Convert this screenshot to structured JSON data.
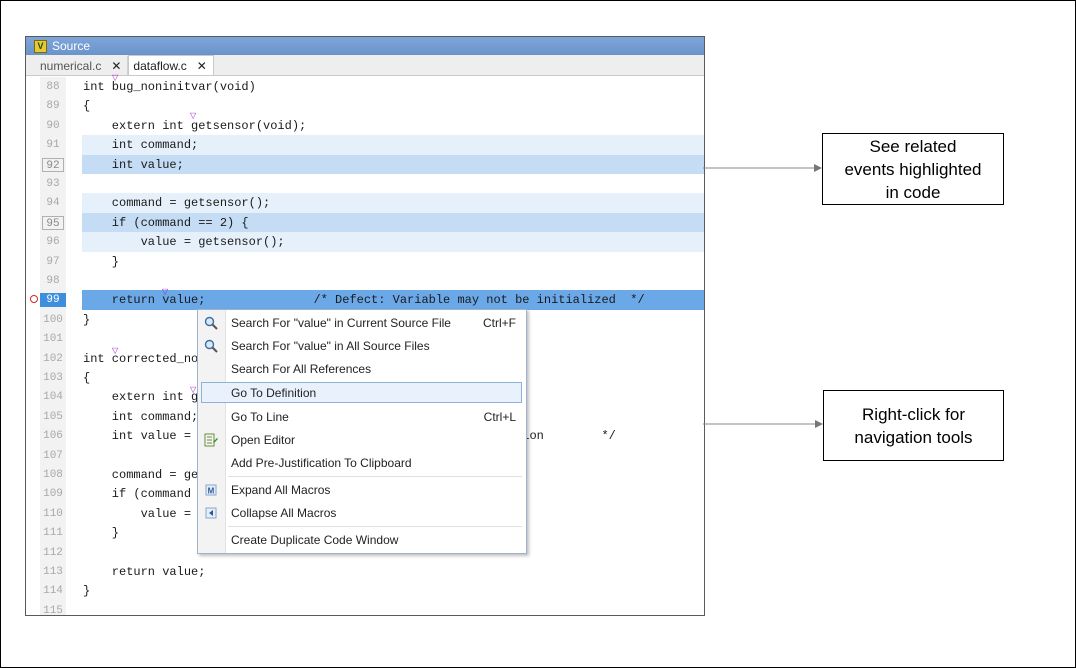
{
  "window": {
    "title": "Source",
    "icon": "matlab-polyspace-icon"
  },
  "tabs": [
    {
      "label": "numerical.c",
      "active": false
    },
    {
      "label": "dataflow.c",
      "active": true
    }
  ],
  "code_lines": [
    {
      "num": "88",
      "text": "int bug_noninitvar(void)"
    },
    {
      "num": "89",
      "text": "{"
    },
    {
      "num": "90",
      "text": "    extern int getsensor(void);"
    },
    {
      "num": "91",
      "text": "    int command;"
    },
    {
      "num": "92",
      "text": "    int value;"
    },
    {
      "num": "93",
      "text": ""
    },
    {
      "num": "94",
      "text": "    command = getsensor();"
    },
    {
      "num": "95",
      "text": "    if (command == 2) {"
    },
    {
      "num": "96",
      "text": "        value = getsensor();"
    },
    {
      "num": "97",
      "text": "    }"
    },
    {
      "num": "98",
      "text": ""
    },
    {
      "num": "99",
      "text": "    return value;               /* Defect: Variable may not be initialized  */"
    },
    {
      "num": "100",
      "text": "}"
    },
    {
      "num": "101",
      "text": ""
    },
    {
      "num": "102",
      "text": "int corrected_no"
    },
    {
      "num": "103",
      "text": "{"
    },
    {
      "num": "104",
      "text": "    extern int g"
    },
    {
      "num": "105",
      "text": "    int command;"
    },
    {
      "num": "106",
      "text": "    int value =                                           zation        */"
    },
    {
      "num": "107",
      "text": ""
    },
    {
      "num": "108",
      "text": "    command = ge"
    },
    {
      "num": "109",
      "text": "    if (command"
    },
    {
      "num": "110",
      "text": "        value ="
    },
    {
      "num": "111",
      "text": "    }"
    },
    {
      "num": "112",
      "text": ""
    },
    {
      "num": "113",
      "text": "    return value;"
    },
    {
      "num": "114",
      "text": "}"
    },
    {
      "num": "115",
      "text": ""
    }
  ],
  "context_menu": {
    "items": [
      {
        "label": "Search For \"value\" in Current Source File",
        "shortcut": "Ctrl+F",
        "icon": "magnifier-icon"
      },
      {
        "label": "Search For \"value\" in All Source Files",
        "shortcut": "",
        "icon": "magnifier-icon"
      },
      {
        "label": "Search For All References",
        "shortcut": "",
        "icon": ""
      },
      {
        "label": "Go To Definition",
        "shortcut": "",
        "icon": "",
        "selected": true
      },
      {
        "label": "Go To Line",
        "shortcut": "Ctrl+L",
        "icon": ""
      },
      {
        "label": "Open Editor",
        "shortcut": "",
        "icon": "editor-icon"
      },
      {
        "label": "Add Pre-Justification To Clipboard",
        "shortcut": "",
        "icon": ""
      },
      {
        "label": "Expand All Macros",
        "shortcut": "",
        "icon": "expand-macro-icon"
      },
      {
        "label": "Collapse All Macros",
        "shortcut": "",
        "icon": "collapse-macro-icon"
      },
      {
        "label": "Create Duplicate Code Window",
        "shortcut": "",
        "icon": ""
      }
    ]
  },
  "callouts": {
    "related": "See related events highlighted in code",
    "related_lines": [
      "See related",
      "events highlighted",
      "in code"
    ],
    "rightclick_lines": [
      "Right-click for",
      "navigation tools"
    ]
  },
  "colors": {
    "highlight_light": "#e6f0fb",
    "highlight_mid": "#c4dcf4",
    "highlight_current": "#6aa8e8",
    "line_number_current": "#3d8fde",
    "defect_marker": "#d9252a",
    "event_marker": "#a020c0"
  }
}
